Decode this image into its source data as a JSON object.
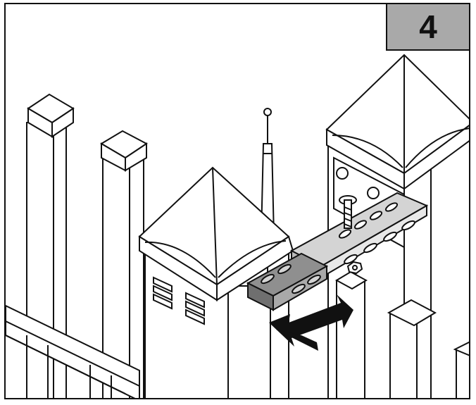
{
  "step": {
    "number": "4"
  },
  "colors": {
    "line": "#111111",
    "background": "#ffffff",
    "step_box": "#a9a9a9",
    "bracket": "#8f8f8f",
    "bracket_light": "#d4d4d4",
    "arrow": "#111111"
  },
  "icons": {
    "arrow": "double-headed-arrow",
    "bolt": "carriage-bolt",
    "nut": "hex-nut"
  }
}
